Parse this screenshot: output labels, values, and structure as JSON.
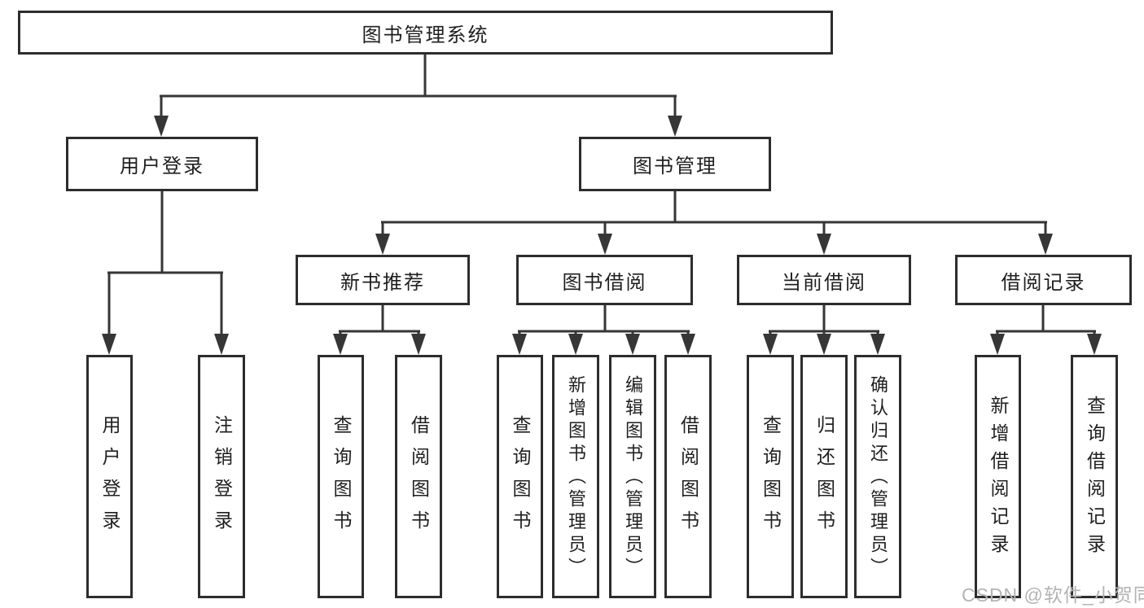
{
  "diagram": {
    "root": {
      "label": "图书管理系统"
    },
    "level2": [
      {
        "label": "用户登录"
      },
      {
        "label": "图书管理"
      }
    ],
    "level3": [
      {
        "label": "新书推荐"
      },
      {
        "label": "图书借阅"
      },
      {
        "label": "当前借阅"
      },
      {
        "label": "借阅记录"
      }
    ],
    "leaves": {
      "login": [
        {
          "label": "用户登录"
        },
        {
          "label": "注销登录"
        }
      ],
      "recommend": [
        {
          "label": "查询图书"
        },
        {
          "label": "借阅图书"
        }
      ],
      "borrow": [
        {
          "label": "查询图书"
        },
        {
          "label": "新增图书（管理员）"
        },
        {
          "label": "编辑图书（管理员）"
        },
        {
          "label": "借阅图书"
        }
      ],
      "current": [
        {
          "label": "查询图书"
        },
        {
          "label": "归还图书"
        },
        {
          "label": "确认归还（管理员）"
        }
      ],
      "records": [
        {
          "label": "新增借阅记录"
        },
        {
          "label": "查询借阅记录"
        }
      ]
    },
    "watermark": "CSDN @软件_小贺同学",
    "colors": {
      "line": "#363636",
      "border": "#2d2d2d",
      "text": "#1f1f1f",
      "watermark": "#b3b3b3",
      "background": "#ffffff"
    }
  }
}
